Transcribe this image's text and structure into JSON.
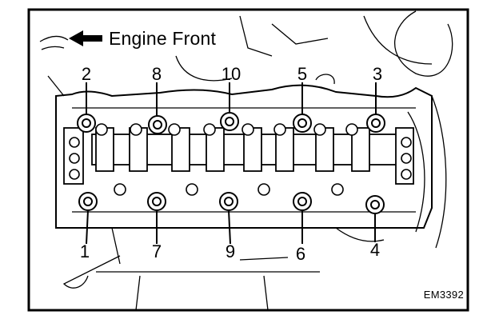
{
  "diagram": {
    "direction_label": "Engine Front",
    "figure_code": "EM3392",
    "bolt_numbers": [
      "1",
      "2",
      "3",
      "4",
      "5",
      "6",
      "7",
      "8",
      "9",
      "10"
    ]
  }
}
